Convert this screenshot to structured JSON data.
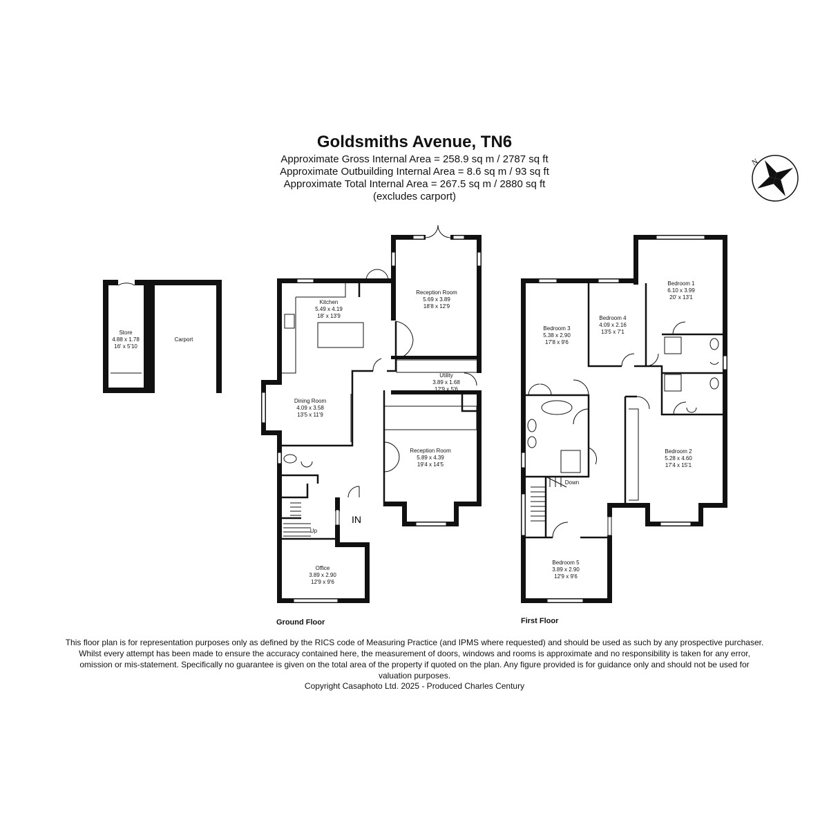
{
  "header": {
    "title": "Goldsmiths Avenue, TN6",
    "gross_area": "Approximate Gross Internal Area = 258.9 sq m / 2787 sq ft",
    "outbuilding_area": "Approximate Outbuilding Internal Area = 8.6 sq m / 93 sq ft",
    "total_area": "Approximate Total Internal Area = 267.5 sq m / 2880 sq ft",
    "note": "(excludes carport)"
  },
  "compass": {
    "label": "N"
  },
  "outbuilding": {
    "store": {
      "name": "Store",
      "metric": "4.88 x 1.78",
      "imperial": "16' x 5'10"
    },
    "carport": {
      "name": "Carport"
    }
  },
  "ground_floor": {
    "label": "Ground Floor",
    "entrance": "IN",
    "stairs_label": "Up",
    "rooms": {
      "kitchen": {
        "name": "Kitchen",
        "metric": "5.49 x 4.19",
        "imperial": "18' x 13'9"
      },
      "reception1": {
        "name": "Reception Room",
        "metric": "5.69 x 3.89",
        "imperial": "18'8 x 12'9"
      },
      "utility": {
        "name": "Utility",
        "metric": "3.89 x 1.68",
        "imperial": "12'9 x 5'6"
      },
      "dining": {
        "name": "Dining Room",
        "metric": "4.09 x 3.58",
        "imperial": "13'5 x 11'9"
      },
      "reception2": {
        "name": "Reception Room",
        "metric": "5.89 x 4.39",
        "imperial": "19'4 x 14'5"
      },
      "office": {
        "name": "Office",
        "metric": "3.89 x 2.90",
        "imperial": "12'9 x 9'6"
      }
    }
  },
  "first_floor": {
    "label": "First Floor",
    "stairs_label": "Down",
    "rooms": {
      "bedroom1": {
        "name": "Bedroom 1",
        "metric": "6.10 x 3.99",
        "imperial": "20' x 13'1"
      },
      "bedroom3": {
        "name": "Bedroom 3",
        "metric": "5.38 x 2.90",
        "imperial": "17'8 x 9'6"
      },
      "bedroom4": {
        "name": "Bedroom 4",
        "metric": "4.09 x 2.16",
        "imperial": "13'5 x 7'1"
      },
      "bedroom2": {
        "name": "Bedroom 2",
        "metric": "5.28 x 4.60",
        "imperial": "17'4 x 15'1"
      },
      "bedroom5": {
        "name": "Bedroom 5",
        "metric": "3.89 x 2.90",
        "imperial": "12'9 x 9'6"
      }
    }
  },
  "footer": {
    "disclaimer": "This floor plan is for representation purposes only as defined by the RICS code of Measuring Practice (and IPMS where requested) and should be used as such by any prospective purchaser. Whilst every attempt has been made to ensure the accuracy contained here, the measurement of doors, windows and rooms is approximate and no responsibility is taken for any error, omission or mis-statement. Specifically no guarantee is given on the total area of the property if quoted on the plan. Any figure provided is for guidance only and should not be used for valuation purposes.",
    "copyright": "Copyright Casaphoto Ltd. 2025 - Produced Charles Century"
  }
}
